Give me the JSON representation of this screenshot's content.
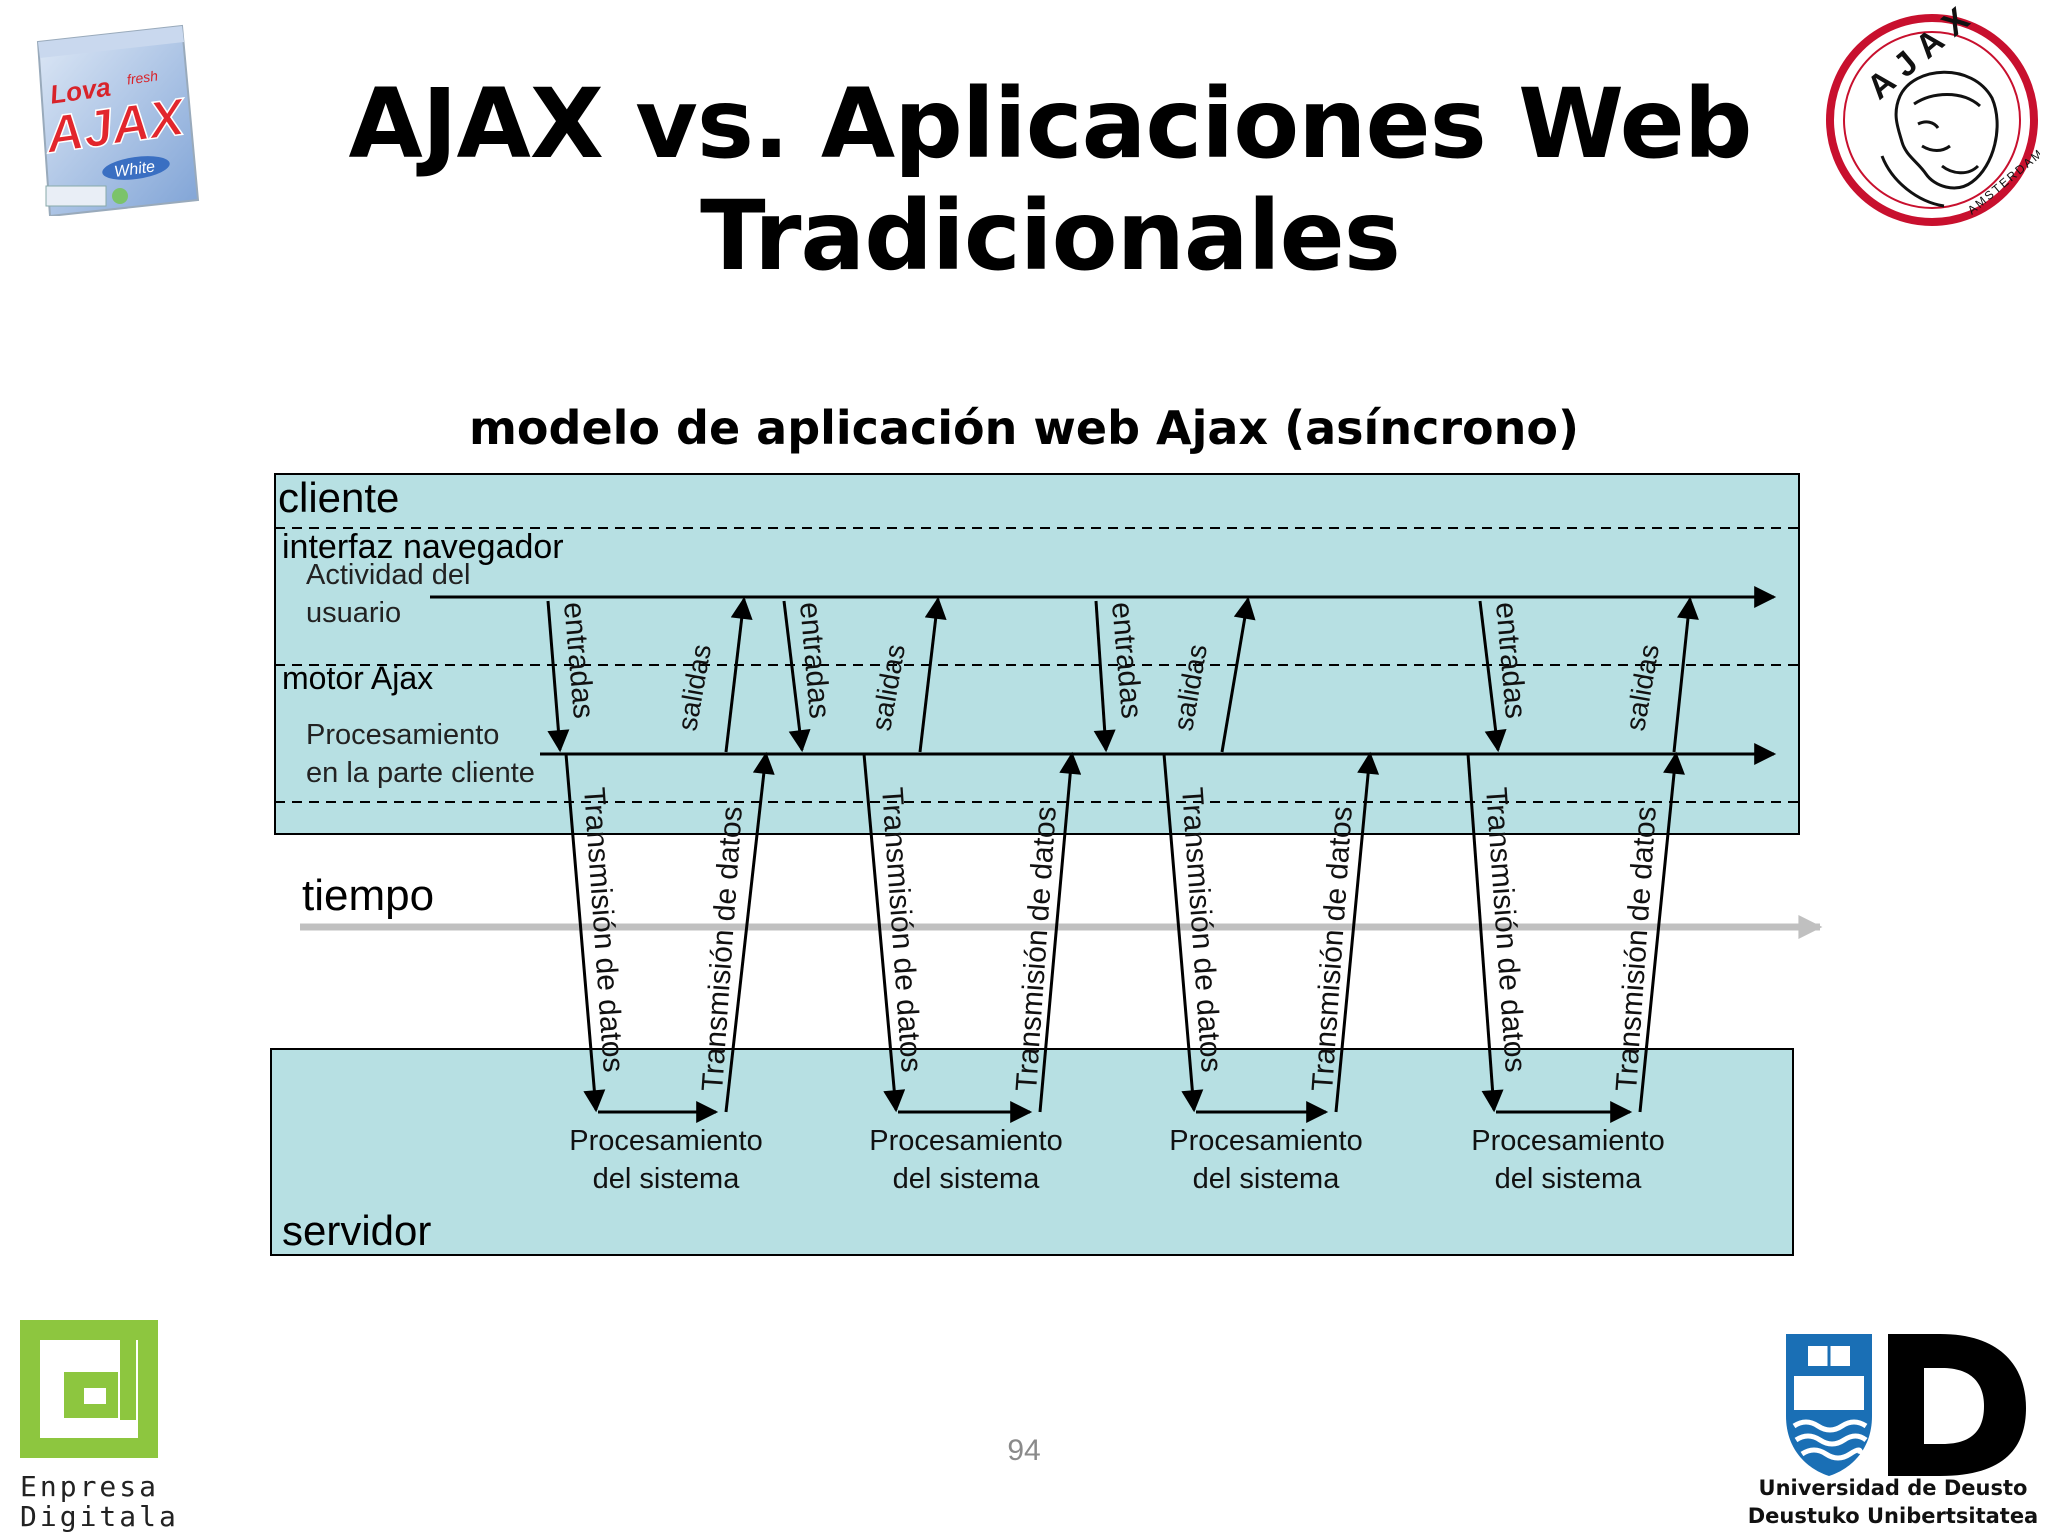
{
  "slide": {
    "title": "AJAX vs. Aplicaciones Web Tradicionales",
    "page_number": "94"
  },
  "logos": {
    "ajax_box": {
      "brand": "Lova",
      "sub": "fresh",
      "name": "AJAX",
      "variant": "White"
    },
    "ajax_club": {
      "name": "AJAX",
      "city": "AMSTERDAM"
    },
    "enpresa": {
      "line1": "Enpresa",
      "line2": "Digitala"
    },
    "deusto": {
      "line1": "Universidad de Deusto",
      "line2": "Deustuko Unibertsitatea"
    }
  },
  "diagram": {
    "heading": "modelo de aplicación web Ajax (asíncrono)",
    "client_label": "cliente",
    "interface_label": "interfaz navegador",
    "user_activity_label_1": "Actividad del",
    "user_activity_label_2": "usuario",
    "engine_label": "motor Ajax",
    "client_processing_label_1": "Procesamiento",
    "client_processing_label_2": "en la parte cliente",
    "time_label": "tiempo",
    "server_label": "servidor",
    "input_label": "entradas",
    "output_label": "salidas",
    "transmission_label": "Transmisión de datos",
    "system_processing_label_1": "Procesamiento",
    "system_processing_label_2": "del sistema",
    "colors": {
      "box_fill": "#b7e0e3",
      "time_axis": "#c0c0c0",
      "line": "#000000"
    }
  }
}
